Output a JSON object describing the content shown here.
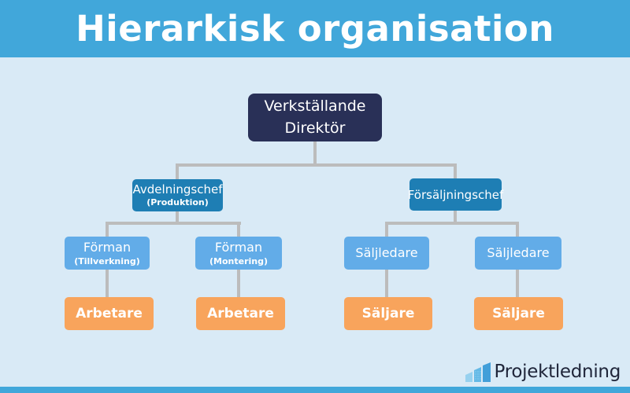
{
  "header": {
    "title": "Hierarkisk organisation"
  },
  "chart": {
    "root": {
      "line1": "Verkställande",
      "line2": "Direktör"
    },
    "managers": [
      {
        "title": "Avdelningschef",
        "subtitle": "(Produktion)"
      },
      {
        "title": "Försäljningschef"
      }
    ],
    "supervisors": [
      {
        "title": "Förman",
        "subtitle": "(Tillverkning)"
      },
      {
        "title": "Förman",
        "subtitle": "(Montering)"
      },
      {
        "title": "Säljledare"
      },
      {
        "title": "Säljledare"
      }
    ],
    "workers": [
      "Arbetare",
      "Arbetare",
      "Säljare",
      "Säljare"
    ]
  },
  "branding": {
    "logo_text": "Projektledning"
  },
  "colors": {
    "header_bar": "#41A7DA",
    "background": "#D9EAF6",
    "root_box": "#293057",
    "manager_box": "#1E7EB4",
    "supervisor_box": "#62ACE8",
    "worker_box": "#F8A45C",
    "connector": "#BCBCBC",
    "footer_bar": "#41A7DA",
    "logo_text": "#20263A"
  }
}
